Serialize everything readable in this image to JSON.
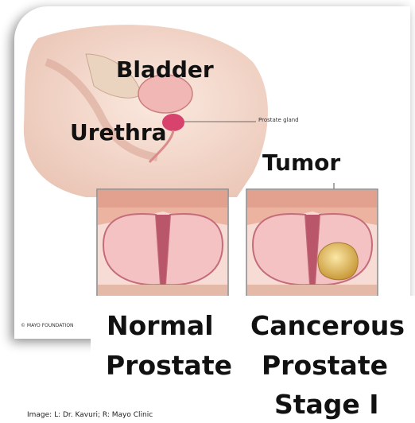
{
  "labels": {
    "bladder": "Bladder",
    "urethra": "Urethra",
    "prostate_gland": "Prostate gland",
    "tumor": "Tumor",
    "foundation": "© MAYO FOUNDATION"
  },
  "captions": {
    "normal_line1": "Normal",
    "normal_line2": "Prostate",
    "cancer_line1": "Cancerous",
    "cancer_line2": "Prostate",
    "cancer_line3": "Stage I"
  },
  "credit": "Image: L: Dr. Kavuri; R: Mayo Clinic",
  "colors": {
    "skin": "#f2d7c9",
    "tissue": "#e9a7a9",
    "gland": "#d8436e",
    "tumor": "#e8c56a"
  }
}
